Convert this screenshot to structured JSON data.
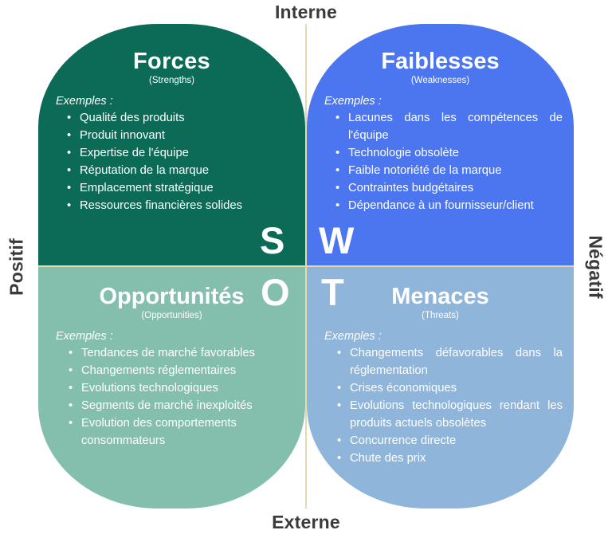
{
  "diagram": {
    "type": "swot-matrix",
    "axes": {
      "top": "Interne",
      "bottom": "Externe",
      "left": "Positif",
      "right": "Négatif"
    },
    "acronym_letters": {
      "s": "S",
      "w": "W",
      "o": "O",
      "t": "T"
    },
    "examples_label": "Exemples :",
    "colors": {
      "strengths": "#0b6b57",
      "weaknesses": "#4c76f0",
      "opportunities": "#84bfae",
      "threats": "#8fb5db",
      "divider": "#e8d9ac",
      "axis_text": "#3a3a3a",
      "quadrant_text": "#ffffff"
    },
    "quadrants": [
      {
        "key": "strengths",
        "title": "Forces",
        "subtitle": "(Strengths)",
        "examples_label": "Exemples :",
        "items": [
          "Qualité des produits",
          "Produit innovant",
          "Expertise de l'équipe",
          "Réputation de la marque",
          "Emplacement stratégique",
          "Ressources financières solides"
        ]
      },
      {
        "key": "weaknesses",
        "title": "Faiblesses",
        "subtitle": "(Weaknesses)",
        "examples_label": "Exemples :",
        "items": [
          "Lacunes dans les compétences de l'équipe",
          "Technologie obsolète",
          "Faible notoriété de la marque",
          "Contraintes budgétaires",
          "Dépendance à un fournisseur/client"
        ]
      },
      {
        "key": "opportunities",
        "title": "Opportunités",
        "subtitle": "(Opportunities)",
        "examples_label": "Exemples :",
        "items": [
          "Tendances de marché favorables",
          "Changements réglementaires",
          "Evolutions technologiques",
          "Segments de marché inexploités",
          "Evolution des comportements consommateurs"
        ]
      },
      {
        "key": "threats",
        "title": "Menaces",
        "subtitle": "(Threats)",
        "examples_label": "Exemples :",
        "items": [
          "Changements défavorables dans la réglementation",
          "Crises économiques",
          "Evolutions technologiques rendant les produits actuels obsolètes",
          "Concurrence directe",
          "Chute des prix"
        ]
      }
    ]
  }
}
